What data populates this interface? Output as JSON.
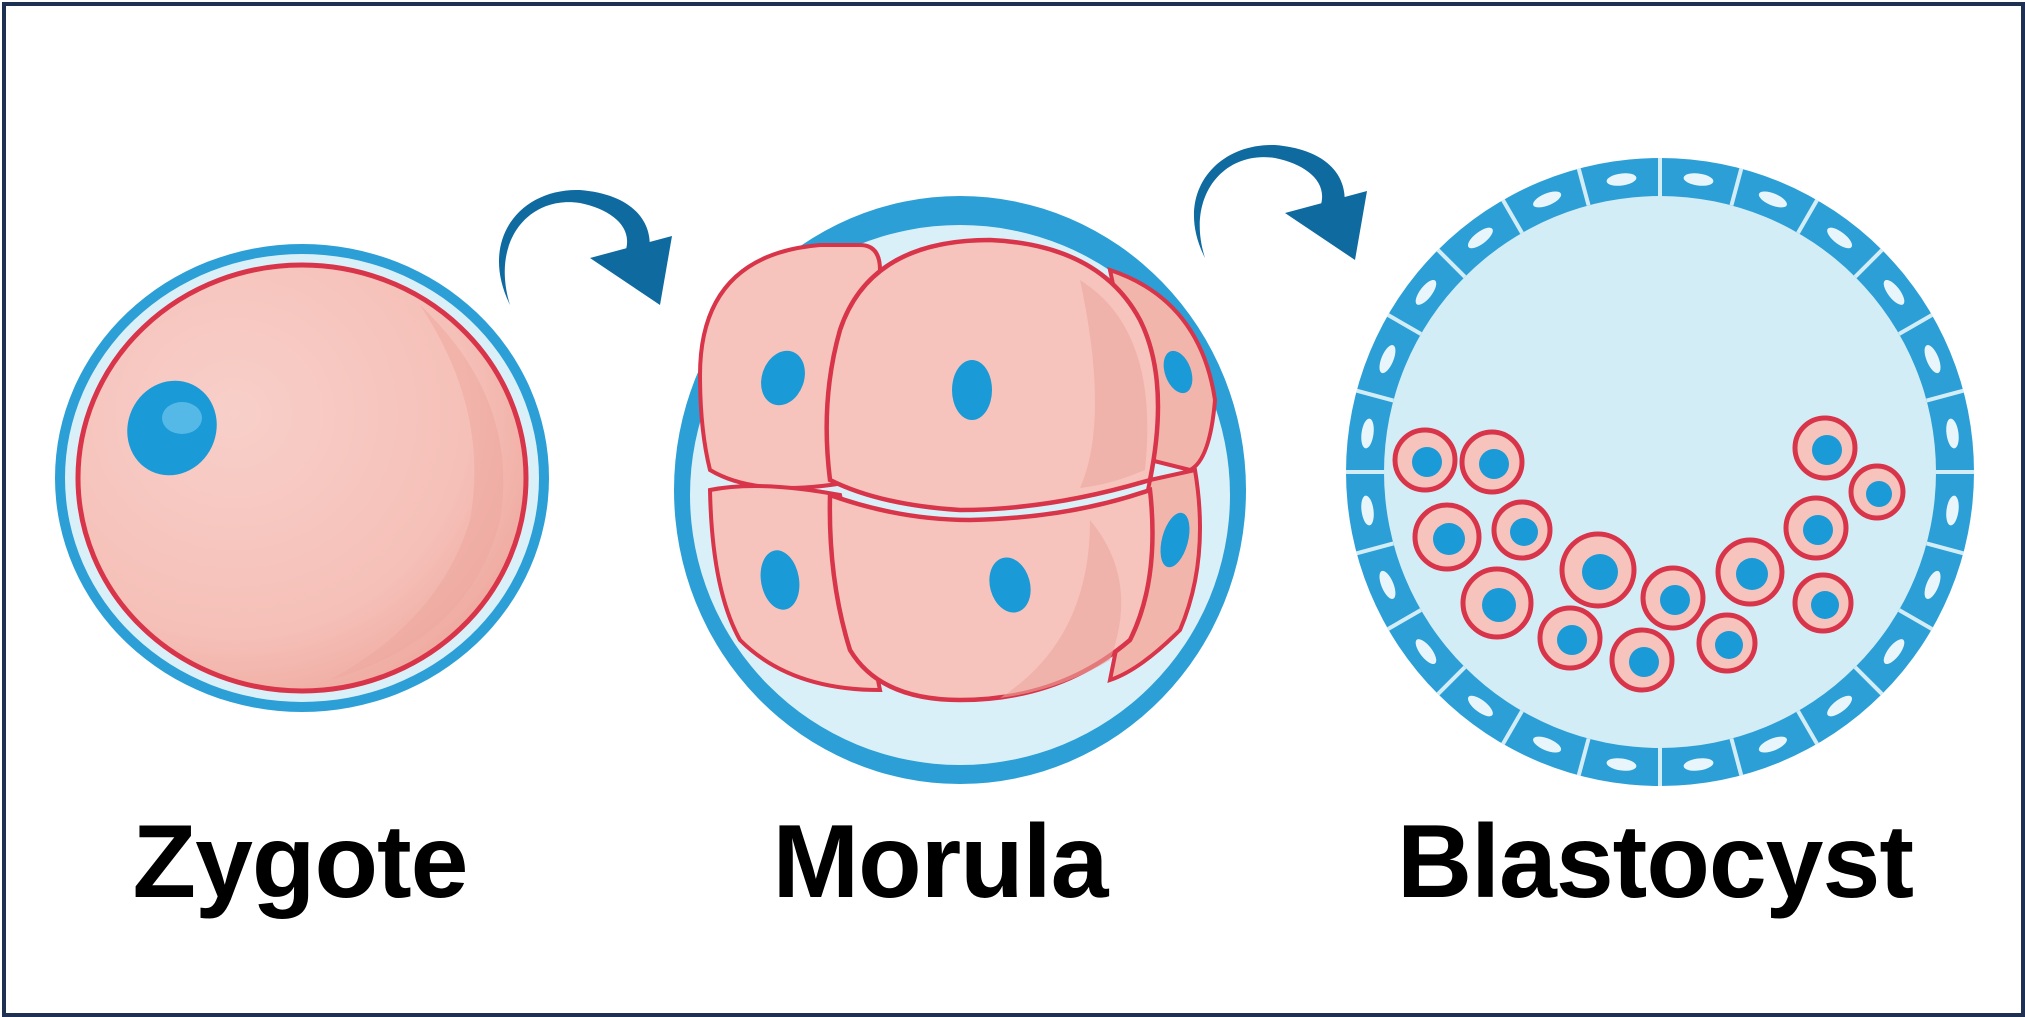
{
  "stages": [
    {
      "id": "zygote",
      "label": "Zygote"
    },
    {
      "id": "morula",
      "label": "Morula"
    },
    {
      "id": "blastocyst",
      "label": "Blastocyst"
    }
  ],
  "colors": {
    "frame": "#1f3152",
    "membrane_blue": "#2b9fd6",
    "membrane_light": "#d3edf6",
    "cell_pink": "#f6c4bd",
    "cell_pink_dark": "#eda89e",
    "cell_outline": "#d8344a",
    "nucleus": "#1a9ad6",
    "arrow": "#0f6aa0",
    "label_text": "#000000"
  },
  "icons": [
    "curved-arrow-icon",
    "curved-arrow-icon"
  ]
}
